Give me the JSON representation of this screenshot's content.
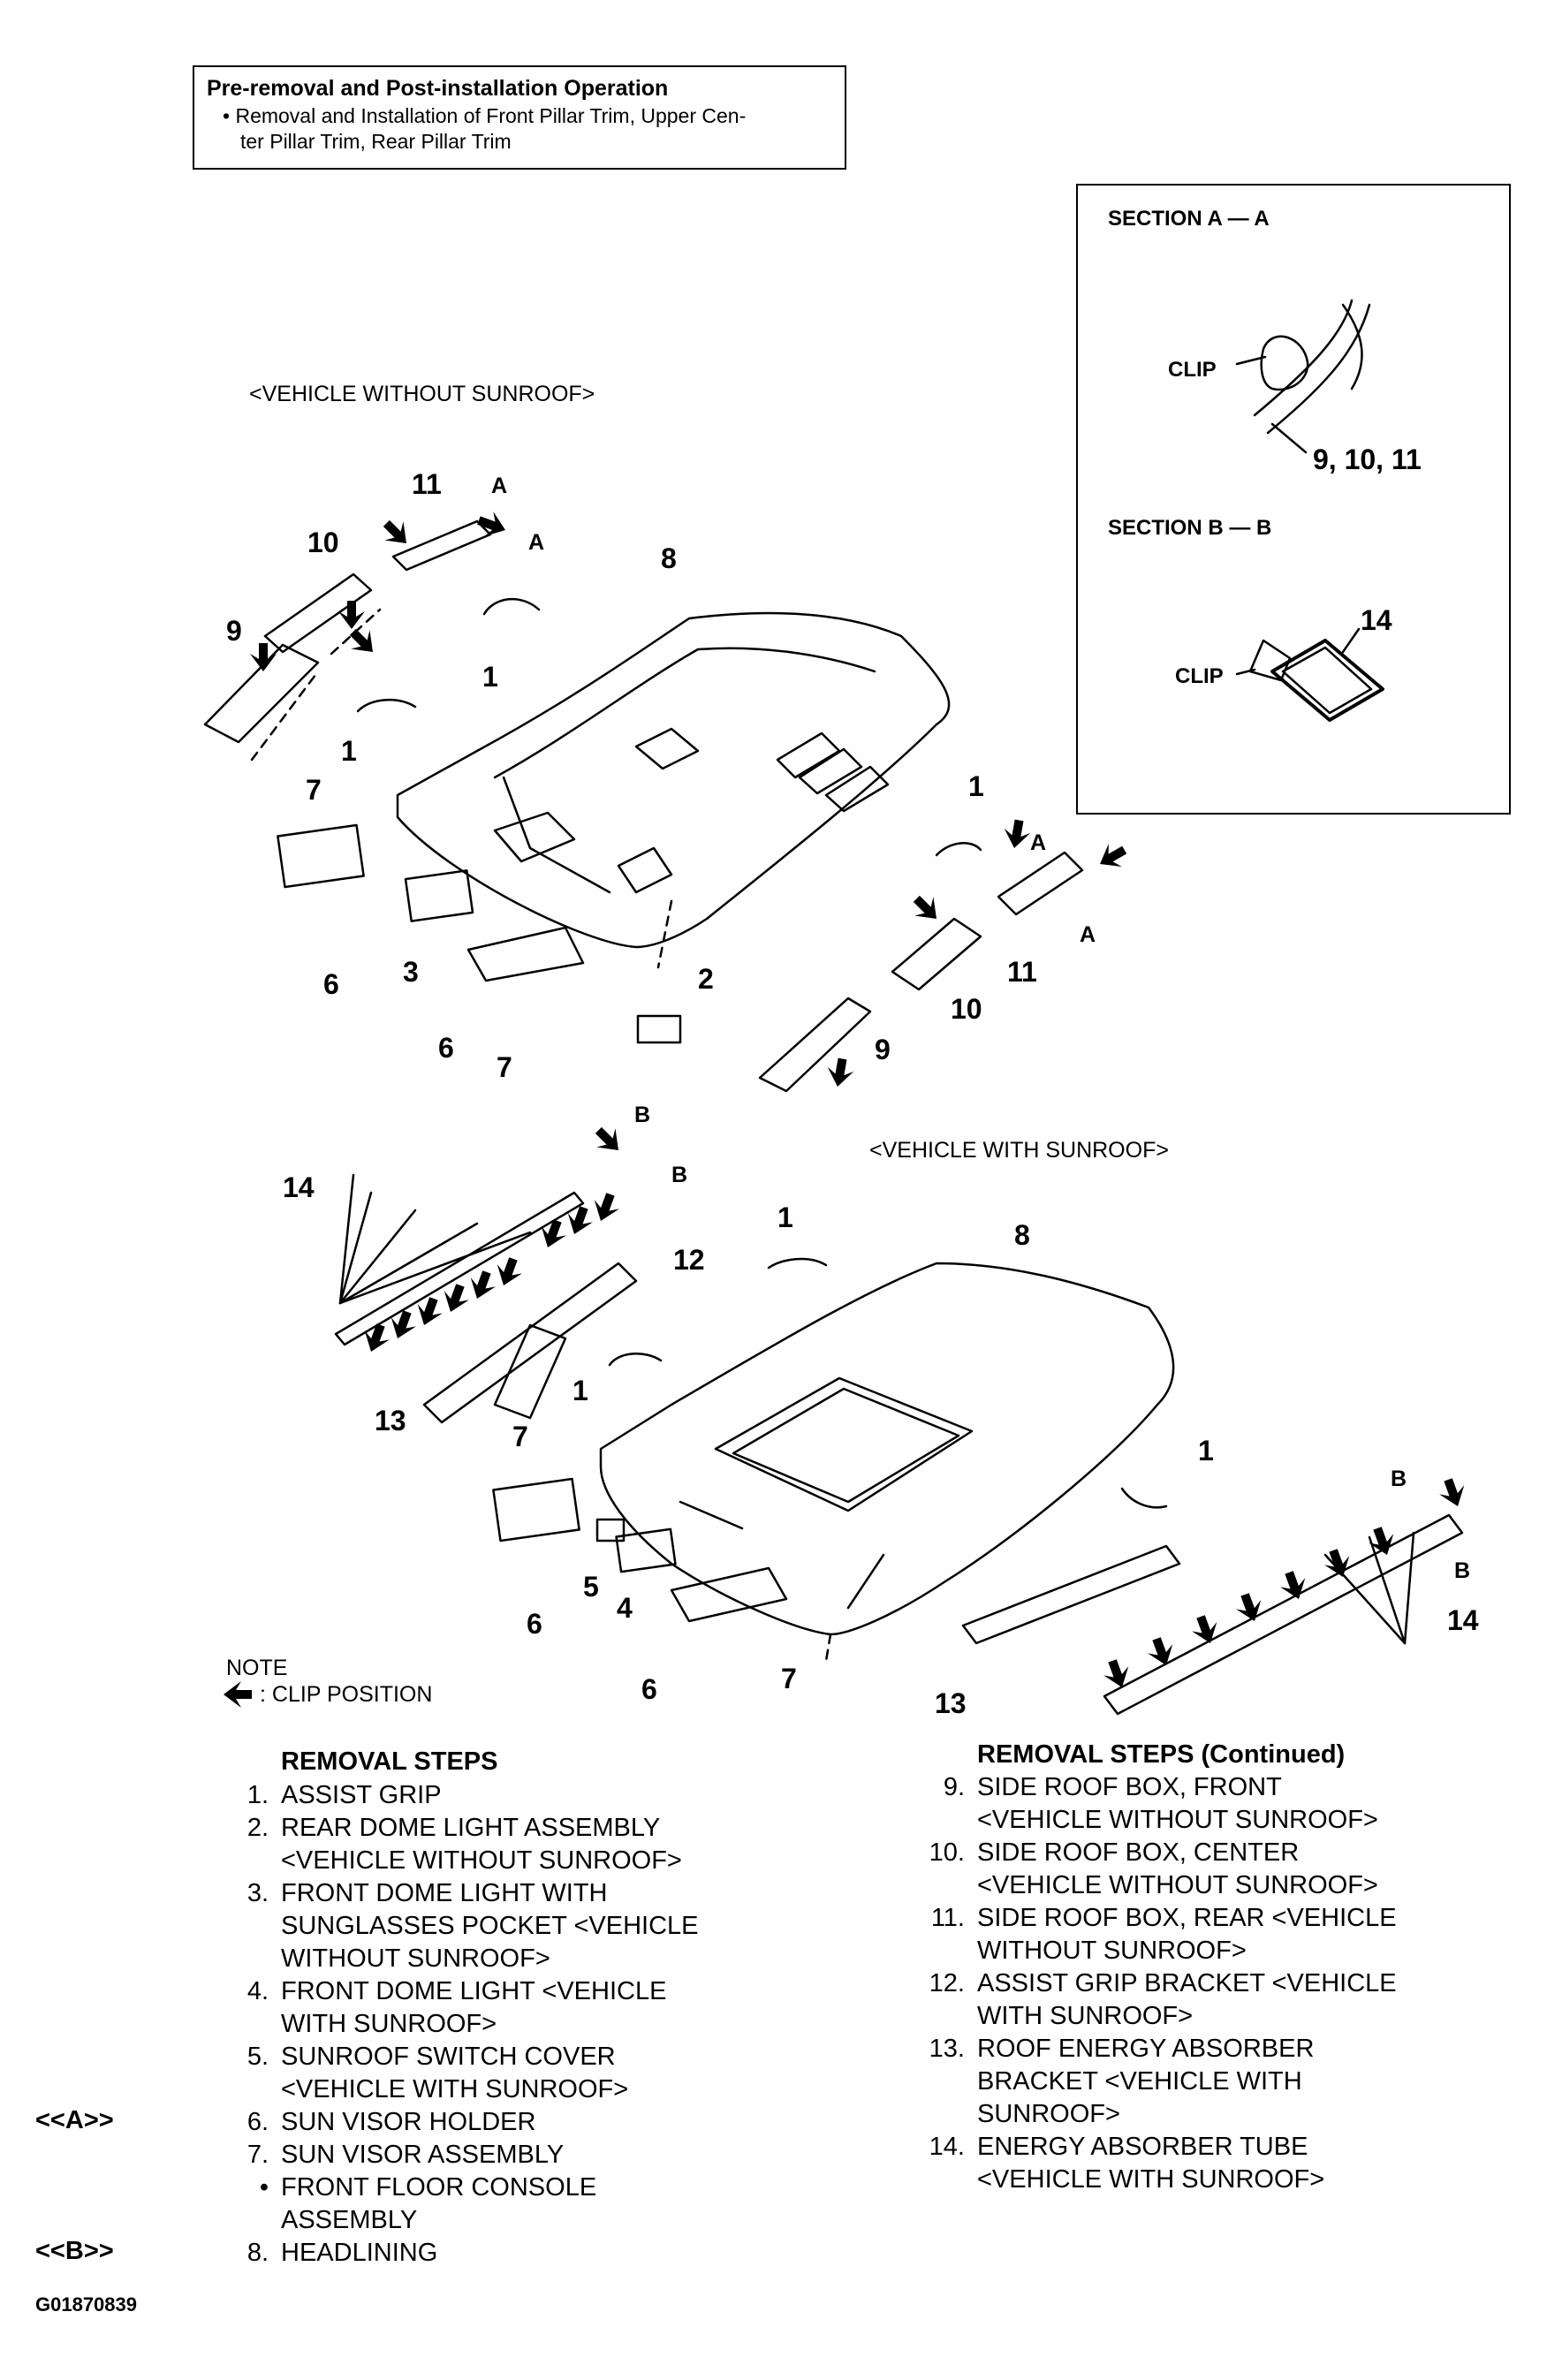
{
  "pre_box": {
    "title": "Pre-removal and Post-installation Operation",
    "item_line1": "Removal and Installation of Front Pillar Trim, Upper Cen-",
    "item_line2": "ter Pillar Trim, Rear Pillar Trim"
  },
  "section_box": {
    "section_a_title": "SECTION A — A",
    "section_a_clip": "CLIP",
    "section_a_parts": "9, 10, 11",
    "section_b_title": "SECTION B — B",
    "section_b_clip": "CLIP",
    "section_b_part": "14"
  },
  "top_diagram": {
    "caption": "<VEHICLE WITHOUT SUNROOF>",
    "labels": [
      "11",
      "10",
      "9",
      "8",
      "1",
      "1",
      "7",
      "3",
      "6",
      "6",
      "7",
      "2",
      "1",
      "11",
      "10",
      "9"
    ],
    "section_marks": [
      "A",
      "A",
      "A",
      "A"
    ]
  },
  "bottom_diagram": {
    "caption": "<VEHICLE WITH SUNROOF>",
    "labels": [
      "14",
      "1",
      "12",
      "8",
      "1",
      "13",
      "7",
      "1",
      "5",
      "4",
      "6",
      "6",
      "7",
      "13",
      "14"
    ],
    "section_marks": [
      "B",
      "B",
      "B",
      "B"
    ]
  },
  "note": {
    "title": "NOTE",
    "text": ": CLIP POSITION"
  },
  "removal_steps": {
    "title": "REMOVAL STEPS",
    "items": [
      {
        "num": "1.",
        "text": "ASSIST GRIP"
      },
      {
        "num": "2.",
        "text": "REAR DOME LIGHT ASSEMBLY\n<VEHICLE WITHOUT SUNROOF>"
      },
      {
        "num": "3.",
        "text": "FRONT DOME LIGHT WITH\nSUNGLASSES POCKET <VEHICLE\nWITHOUT SUNROOF>"
      },
      {
        "num": "4.",
        "text": "FRONT DOME LIGHT <VEHICLE\nWITH SUNROOF>"
      },
      {
        "num": "5.",
        "text": "SUNROOF SWITCH COVER\n<VEHICLE WITH SUNROOF>"
      },
      {
        "num": "6.",
        "text": "SUN VISOR HOLDER"
      },
      {
        "num": "7.",
        "text": "SUN VISOR ASSEMBLY"
      },
      {
        "num": "•",
        "text": "FRONT FLOOR CONSOLE\nASSEMBLY"
      },
      {
        "num": "8.",
        "text": "HEADLINING"
      }
    ]
  },
  "removal_steps_continued": {
    "title": "REMOVAL STEPS (Continued)",
    "items": [
      {
        "num": "9.",
        "text": "SIDE ROOF BOX, FRONT\n<VEHICLE WITHOUT SUNROOF>"
      },
      {
        "num": "10.",
        "text": "SIDE ROOF BOX, CENTER\n<VEHICLE WITHOUT SUNROOF>"
      },
      {
        "num": "11.",
        "text": "SIDE ROOF BOX, REAR <VEHICLE\nWITHOUT SUNROOF>"
      },
      {
        "num": "12.",
        "text": "ASSIST GRIP BRACKET <VEHICLE\nWITH SUNROOF>"
      },
      {
        "num": "13.",
        "text": "ROOF ENERGY ABSORBER\nBRACKET <VEHICLE WITH\nSUNROOF>"
      },
      {
        "num": "14.",
        "text": "ENERGY ABSORBER TUBE\n<VEHICLE WITH SUNROOF>"
      }
    ]
  },
  "side_marks": [
    "<<A>>",
    "<<B>>"
  ],
  "figure_code": "G01870839"
}
